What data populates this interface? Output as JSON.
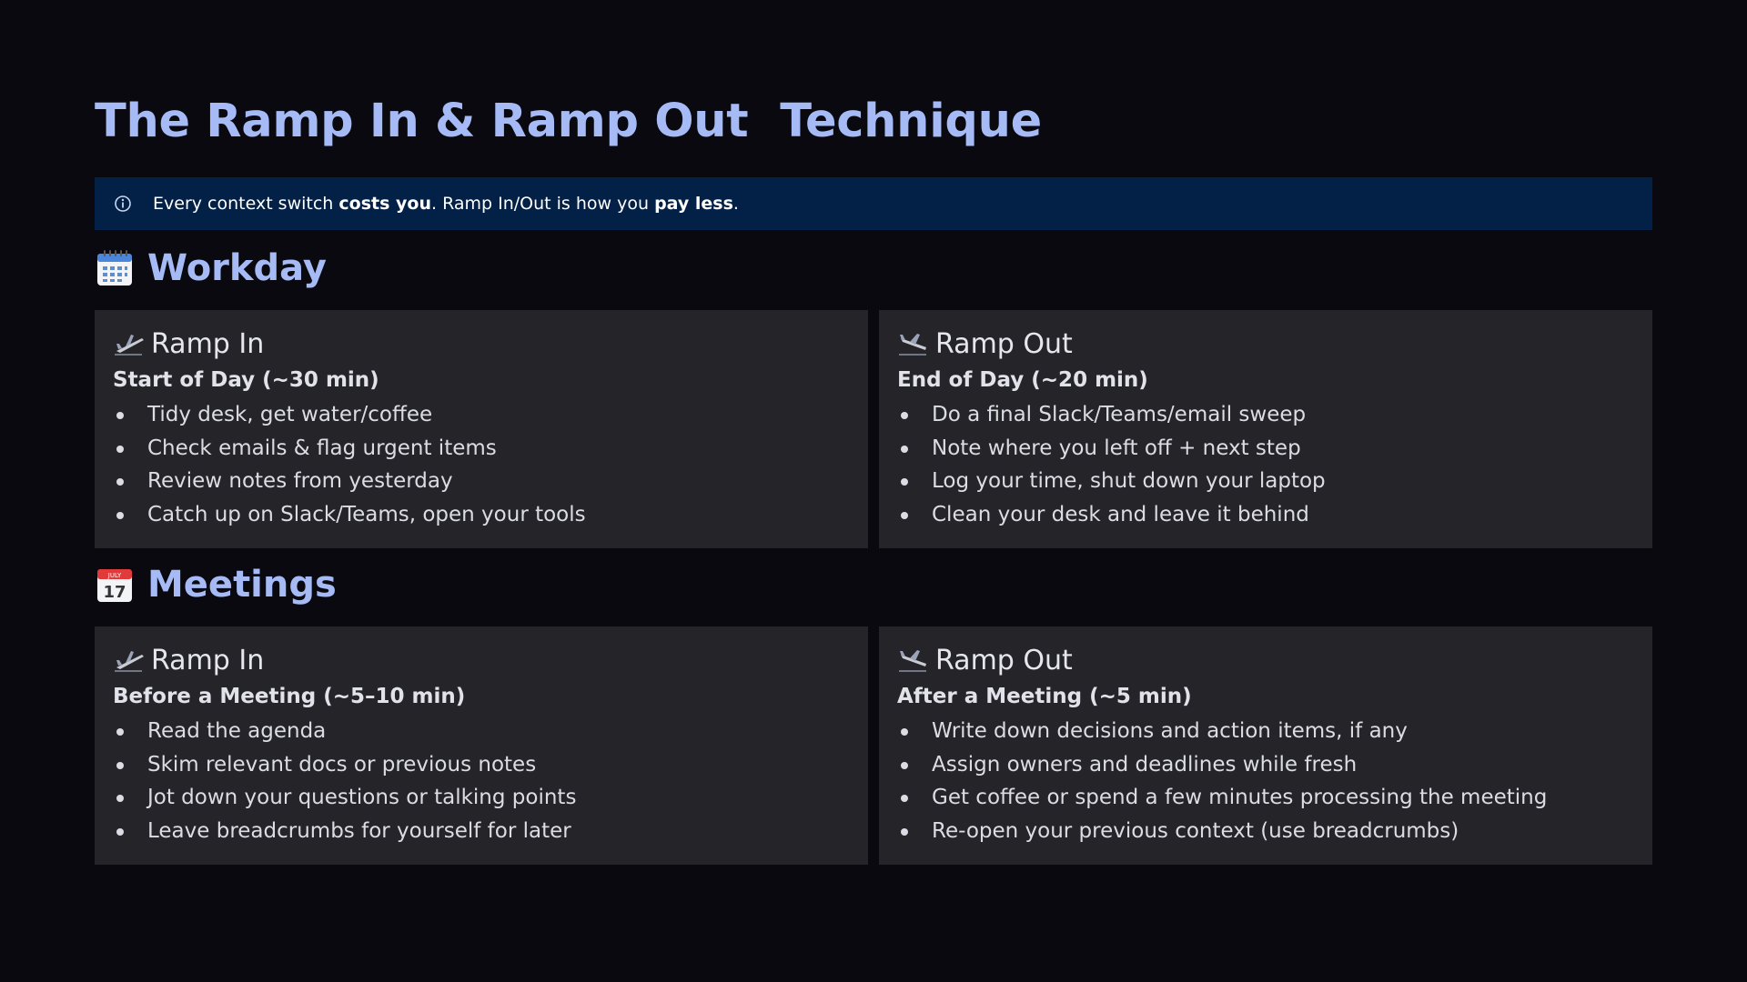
{
  "title": "The Ramp In & Ramp Out  Technique",
  "callout": {
    "icon": "info-icon",
    "text_before": "Every context switch ",
    "bold_1": "costs you",
    "text_middle": ". Ramp In/Out is how you ",
    "bold_2": "pay less",
    "text_after": "."
  },
  "sections": [
    {
      "icon": "calendar-icon",
      "title": "Workday",
      "ramp_in": {
        "icon": "plane-departure-icon",
        "title": "Ramp In",
        "subtitle": "Start of Day (~30 min)",
        "items": [
          "Tidy desk, get water/coffee",
          "Check emails & flag urgent items",
          "Review notes from yesterday",
          "Catch up on Slack/Teams, open your tools"
        ]
      },
      "ramp_out": {
        "icon": "plane-arrival-icon",
        "title": "Ramp Out",
        "subtitle": "End of Day (~20 min)",
        "items": [
          "Do a final Slack/Teams/email sweep",
          "Note where you left off + next step",
          "Log your time, shut down your laptop",
          "Clean your desk and leave it behind"
        ]
      }
    },
    {
      "icon": "date-calendar-icon",
      "title": "Meetings",
      "ramp_in": {
        "icon": "plane-departure-icon",
        "title": "Ramp In",
        "subtitle": "Before a Meeting (~5–10 min)",
        "items": [
          "Read the agenda",
          "Skim relevant docs or previous notes",
          "Jot down your questions or talking points",
          "Leave breadcrumbs for yourself for later"
        ]
      },
      "ramp_out": {
        "icon": "plane-arrival-icon",
        "title": "Ramp Out",
        "subtitle": "After a Meeting (~5 min)",
        "items": [
          "Write down decisions and action items, if any",
          "Assign owners and deadlines while fresh",
          "Get coffee or spend a few minutes processing the meeting",
          "Re-open your previous context (use breadcrumbs)"
        ]
      }
    }
  ],
  "colors": {
    "background": "#09090f",
    "accent": "#a6bbf5",
    "callout_bg": "#032146",
    "card_bg": "#252529"
  }
}
